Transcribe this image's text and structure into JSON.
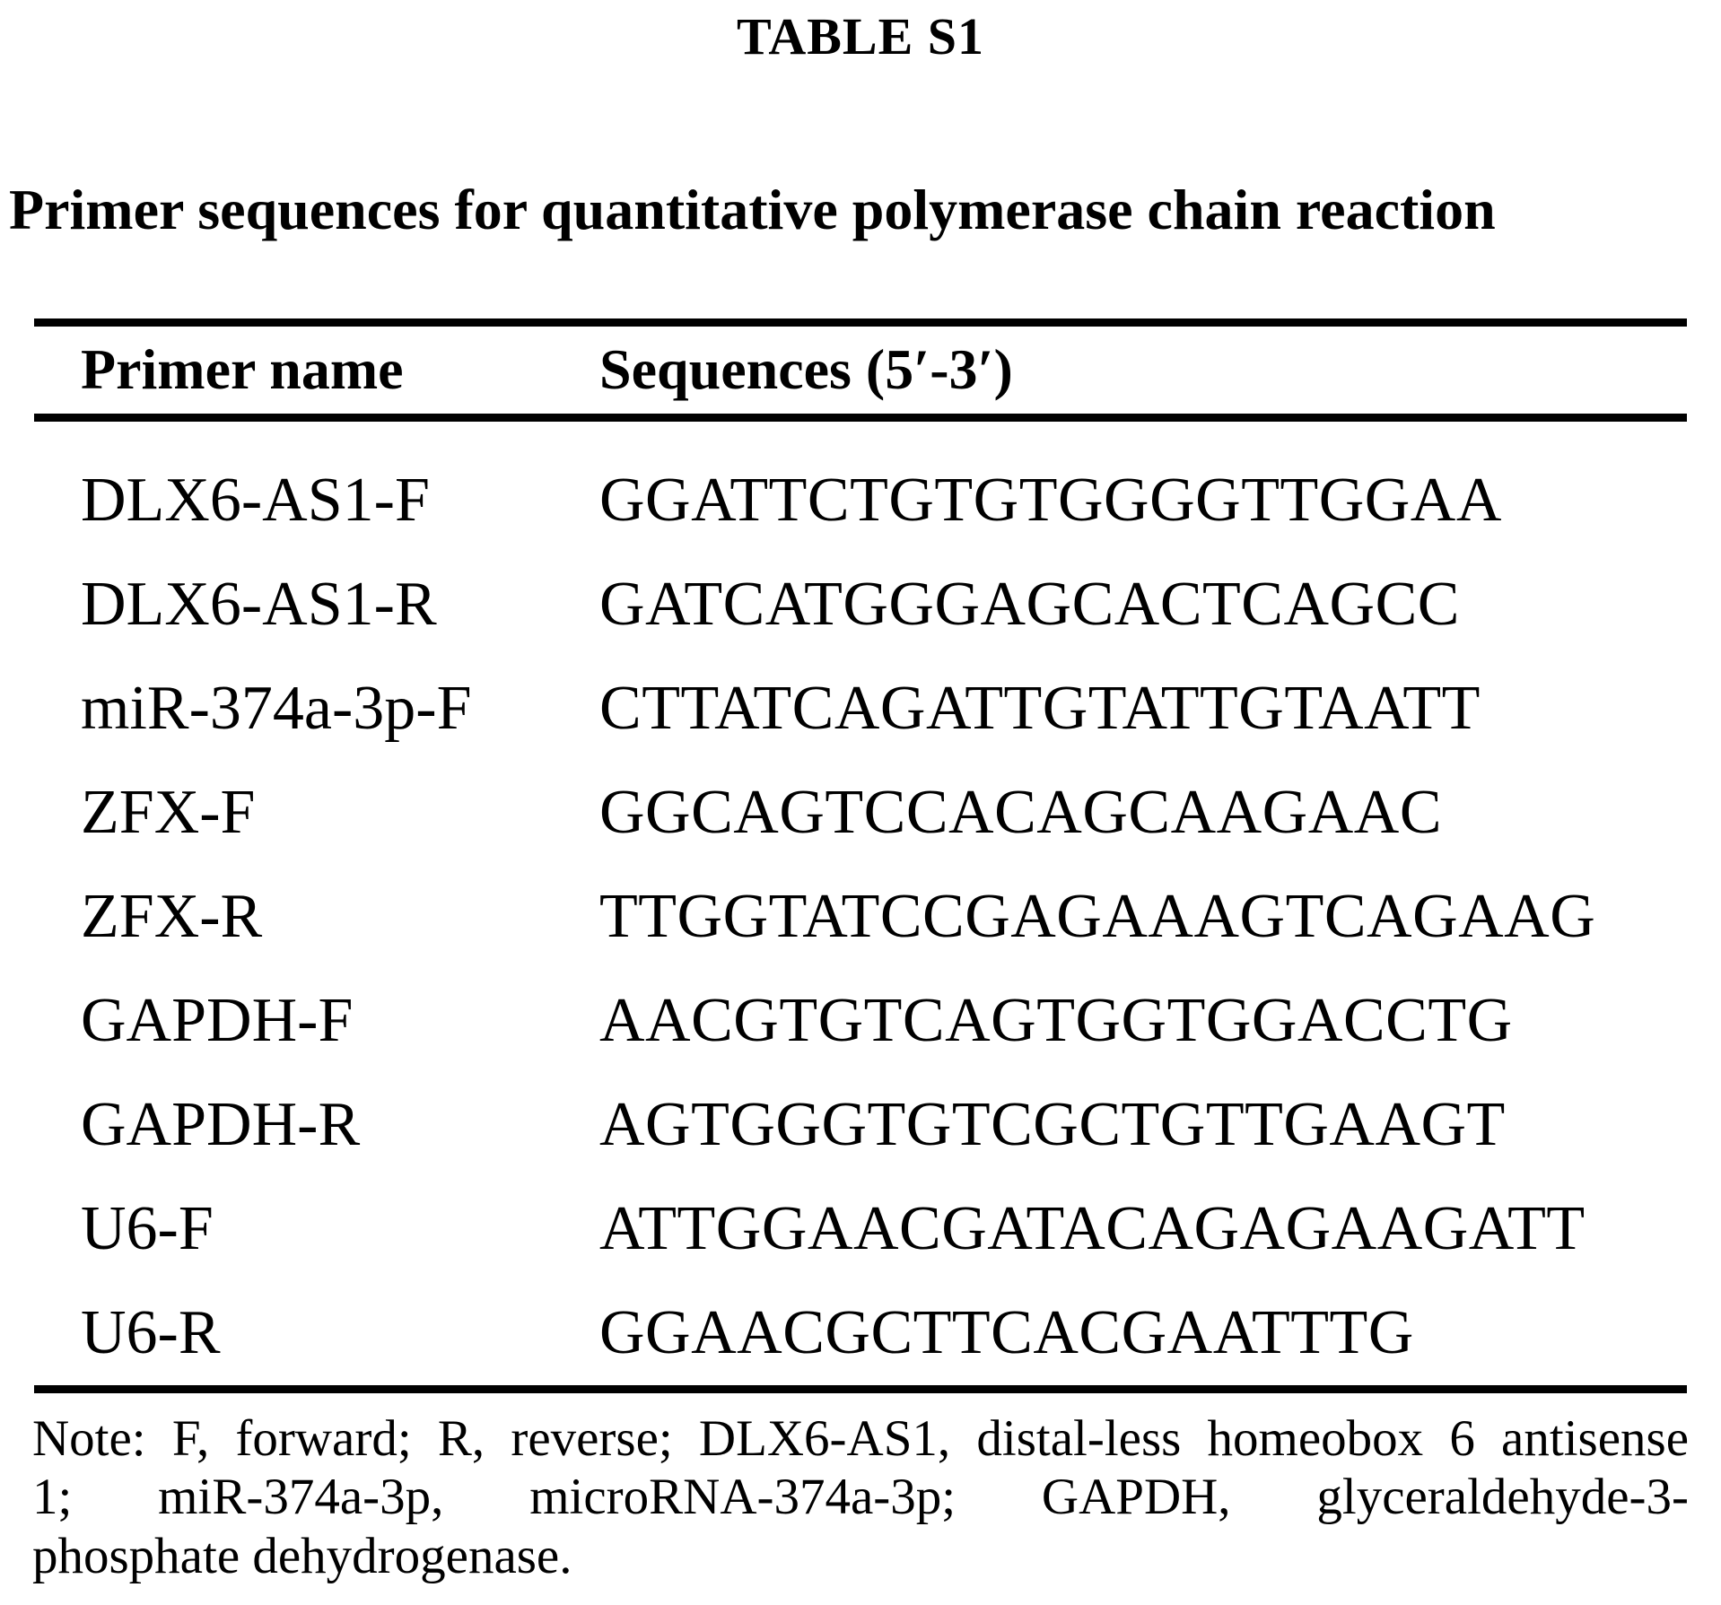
{
  "page": {
    "label": "TABLE S1",
    "title": "Primer sequences for quantitative polymerase chain reaction"
  },
  "table": {
    "columns": [
      "Primer name",
      "Sequences (5′-3′)"
    ],
    "rows": [
      {
        "name": "DLX6-AS1-F",
        "sequence": "GGATTCTGTGTGGGGTTGGAA"
      },
      {
        "name": "DLX6-AS1-R",
        "sequence": "GATCATGGGAGCACTCAGCC"
      },
      {
        "name": "miR-374a-3p-F",
        "sequence": "CTTATCAGATTGTATTGTAATT"
      },
      {
        "name": "ZFX-F",
        "sequence": "GGCAGTCCACAGCAAGAAC"
      },
      {
        "name": "ZFX-R",
        "sequence": "TTGGTATCCGAGAAAGTCAGAAG"
      },
      {
        "name": "GAPDH-F",
        "sequence": "AACGTGTCAGTGGTGGACCTG"
      },
      {
        "name": "GAPDH-R",
        "sequence": "AGTGGGTGTCGCTGTTGAAGT"
      },
      {
        "name": "U6-F",
        "sequence": "ATTGGAACGATACAGAGAAGATT"
      },
      {
        "name": "U6-R",
        "sequence": "GGAACGCTTCACGAATTTG"
      }
    ]
  },
  "note": {
    "lines": [
      "Note: F, forward; R, reverse; DLX6-AS1, distal-less homeobox 6 antisense",
      "1; miR-374a-3p, microRNA-374a-3p; GAPDH, glyceraldehyde-3-",
      "phosphate dehydrogenase."
    ]
  },
  "colors": {
    "text": "#000000",
    "background": "#ffffff",
    "rule": "#000000"
  }
}
